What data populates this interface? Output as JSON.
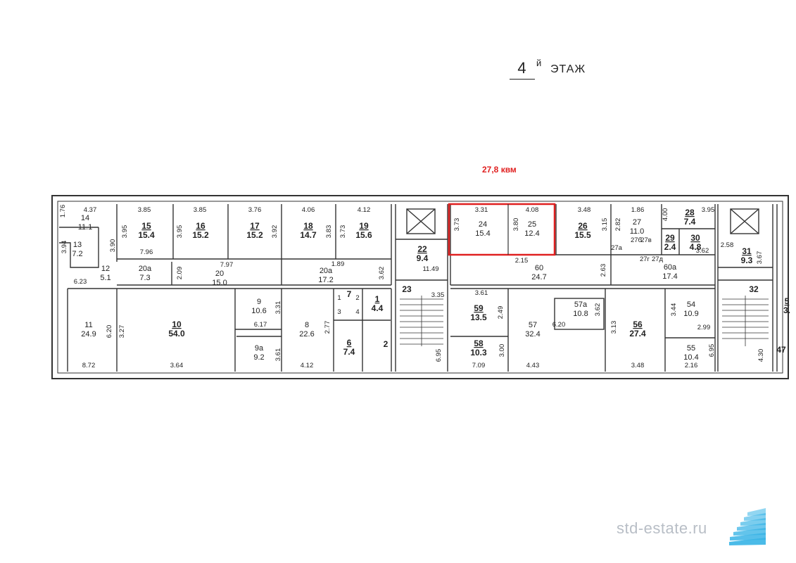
{
  "floor": {
    "number": "4",
    "suffix": "й",
    "label": "ЭТАЖ"
  },
  "highlight": {
    "area_label": "27,8 квм",
    "color": "#e02020"
  },
  "watermark": {
    "text": "std-estate.ru",
    "logo_icon": "building-stripes-icon",
    "logo_color": "#39b4e6"
  },
  "rooms": [
    {
      "id": "14",
      "area": "11.1",
      "bold": false
    },
    {
      "id": "13",
      "area": "7.2",
      "bold": false
    },
    {
      "id": "12",
      "area": "5.1",
      "bold": false
    },
    {
      "id": "15",
      "area": "15.4",
      "bold": true
    },
    {
      "id": "16",
      "area": "15.2",
      "bold": true
    },
    {
      "id": "17",
      "area": "15.2",
      "bold": true
    },
    {
      "id": "18",
      "area": "14.7",
      "bold": true
    },
    {
      "id": "19",
      "area": "15.6",
      "bold": true
    },
    {
      "id": "20а",
      "area": "7.3",
      "bold": false
    },
    {
      "id": "20",
      "area": "15.0",
      "bold": false
    },
    {
      "id": "20а",
      "area": "17.2",
      "bold": false
    },
    {
      "id": "11",
      "area": "24.9",
      "bold": false
    },
    {
      "id": "10",
      "area": "54.0",
      "bold": true
    },
    {
      "id": "9",
      "area": "10.6",
      "bold": false
    },
    {
      "id": "9а",
      "area": "9.2",
      "bold": false
    },
    {
      "id": "8",
      "area": "22.6",
      "bold": false
    },
    {
      "id": "7",
      "area": "",
      "bold": true
    },
    {
      "id": "1",
      "area": "4.4",
      "bold": true
    },
    {
      "id": "6",
      "area": "7.4",
      "bold": true
    },
    {
      "id": "2",
      "area": "",
      "bold": true
    },
    {
      "id": "22",
      "area": "9.4",
      "bold": true
    },
    {
      "id": "23",
      "area": "",
      "bold": true
    },
    {
      "id": "24",
      "area": "15.4",
      "bold": false
    },
    {
      "id": "25",
      "area": "12.4",
      "bold": false
    },
    {
      "id": "26",
      "area": "15.5",
      "bold": true
    },
    {
      "id": "60",
      "area": "24.7",
      "bold": false
    },
    {
      "id": "59",
      "area": "13.5",
      "bold": true
    },
    {
      "id": "58",
      "area": "10.3",
      "bold": true
    },
    {
      "id": "57а",
      "area": "10.8",
      "bold": false
    },
    {
      "id": "57",
      "area": "32.4",
      "bold": false
    },
    {
      "id": "56",
      "area": "27.4",
      "bold": true
    },
    {
      "id": "27",
      "area": "11.0",
      "bold": false
    },
    {
      "id": "28",
      "area": "7.4",
      "bold": true
    },
    {
      "id": "29",
      "area": "2.4",
      "bold": true
    },
    {
      "id": "30",
      "area": "4.8",
      "bold": true
    },
    {
      "id": "60а",
      "area": "17.4",
      "bold": false
    },
    {
      "id": "54",
      "area": "10.9",
      "bold": false
    },
    {
      "id": "55",
      "area": "10.4",
      "bold": false
    },
    {
      "id": "31",
      "area": "9.3",
      "bold": true
    },
    {
      "id": "32",
      "area": "",
      "bold": true
    },
    {
      "id": "47",
      "area": "",
      "bold": true
    },
    {
      "id": "5",
      "area": "3.",
      "bold": true
    }
  ],
  "dimensions": [
    "1.76",
    "4.37",
    "3.85",
    "3.85",
    "3.76",
    "4.06",
    "4.12",
    "3.31",
    "4.08",
    "3.48",
    "1.86",
    "4.00",
    "3.95",
    "3.95",
    "3.95",
    "3.92",
    "3.83",
    "3.73",
    "3.73",
    "3.80",
    "3.15",
    "2.82",
    "3.94",
    "3.90",
    "7.96",
    "7.97",
    "1.89",
    "2.09",
    "3.62",
    "11.49",
    "2.15",
    "2.63",
    "3.62",
    "2.58",
    "3.67",
    "6.23",
    "6.20",
    "3.27",
    "3.31",
    "6.17",
    "2.77",
    "3.61",
    "3.35",
    "3.61",
    "2.49",
    "3.00",
    "3.62",
    "6.20",
    "3.13",
    "3.44",
    "2.99",
    "6.95",
    "6.95",
    "4.30",
    "8.72",
    "3.64",
    "4.12",
    "7.09",
    "4.43",
    "3.48",
    "2.16"
  ],
  "small_labels": [
    "27а",
    "27б",
    "27в",
    "27г",
    "27д",
    "1",
    "2",
    "3",
    "4"
  ]
}
